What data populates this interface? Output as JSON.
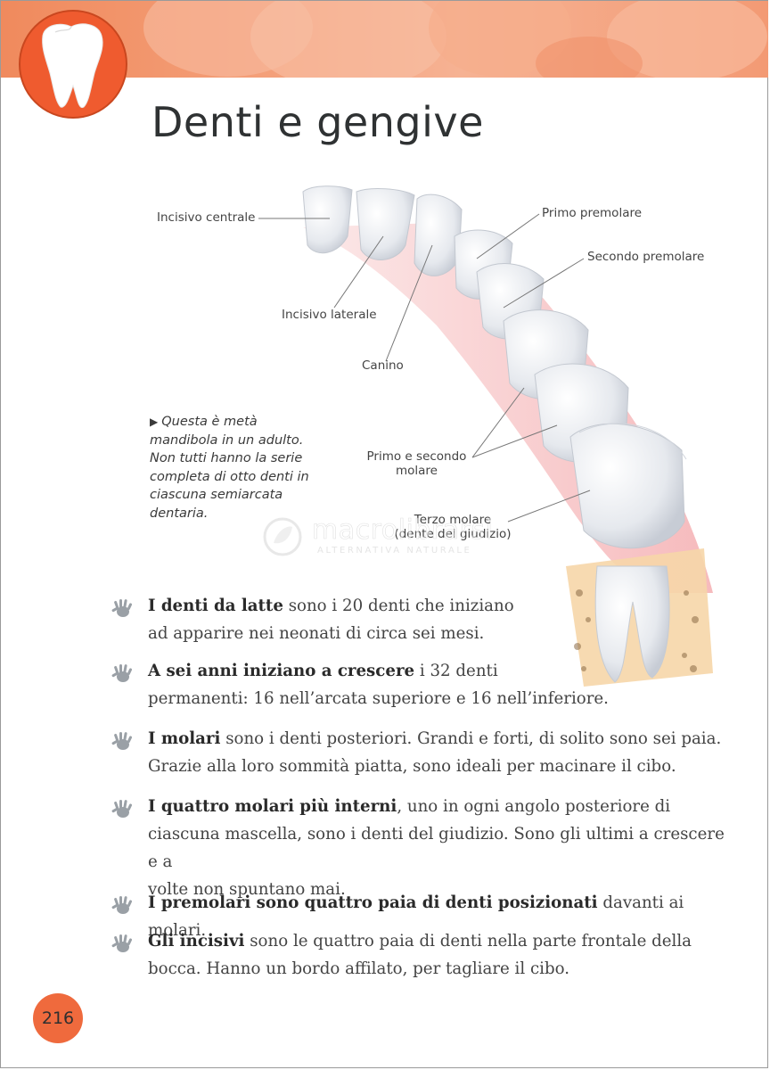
{
  "page": {
    "title": "Denti e gengive",
    "page_number": "216"
  },
  "illustration": {
    "labels": {
      "incisivo_centrale": "Incisivo centrale",
      "incisivo_laterale": "Incisivo laterale",
      "canino": "Canino",
      "primo_premolare": "Primo premolare",
      "secondo_premolare": "Secondo premolare",
      "molari_line1": "Primo e secondo",
      "molari_line2": "molare",
      "terzo_line1": "Terzo molare",
      "terzo_line2": "(dente del giudizio)"
    },
    "caption_marker": "▶",
    "caption": "Questa è metà mandibola in un adulto. Non tutti hanno la serie completa di otto denti in ciascuna semiarcata dentaria."
  },
  "watermark": {
    "main": "macrolibrarsi",
    "sub": "ALTERNATIVA NATURALE"
  },
  "facts": [
    {
      "bold": "I denti da latte",
      "rest": " sono i 20 denti che iniziano",
      "rest2": "ad apparire nei neonati di circa sei mesi."
    },
    {
      "bold": "A sei anni iniziano a crescere",
      "rest": " i 32 denti",
      "rest2": "permanenti: 16 nell’arcata superiore e 16 nell’inferiore."
    },
    {
      "bold": "I molari",
      "rest": " sono i denti posteriori. Grandi e forti, di solito sono sei paia.",
      "rest2": "Grazie alla loro sommità piatta, sono ideali per macinare il cibo."
    },
    {
      "bold": "I quattro molari più interni",
      "rest": ", uno in ogni angolo posteriore di",
      "rest2": "ciascuna mascella, sono i denti del giudizio. Sono gli ultimi a crescere e a",
      "rest3": "volte non spuntano mai."
    },
    {
      "bold": "I premolari sono quattro paia di denti posizionati",
      "rest": " davanti ai molari."
    },
    {
      "bold": "Gli incisivi",
      "rest": " sono le quattro paia di denti nella parte frontale della",
      "rest2": "bocca. Hanno un bordo affilato, per tagliare il cibo."
    }
  ],
  "colors": {
    "accent": "#ef6a3d",
    "header": "#f4a07a",
    "gum": "#f6b9b9"
  }
}
